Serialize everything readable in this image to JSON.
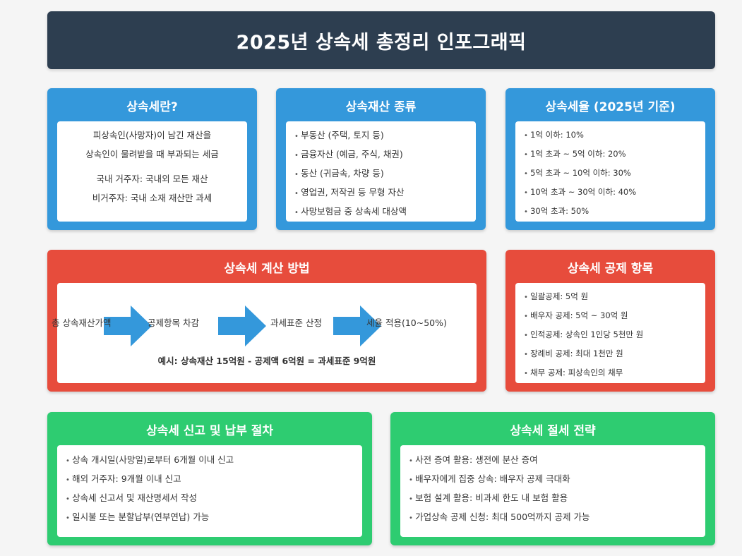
{
  "title": "2025년 상속세 총정리 인포그래픽",
  "what": {
    "title": "상속세란?",
    "lines": [
      "피상속인(사망자)이 남긴 재산을",
      "상속인이 물려받을 때 부과되는 세금"
    ],
    "lines2": [
      "국내 거주자: 국내외 모든 재산",
      "비거주자: 국내 소재 재산만 과세"
    ]
  },
  "assets": {
    "title": "상속재산 종류",
    "items": [
      "부동산 (주택, 토지 등)",
      "금융자산 (예금, 주식, 채권)",
      "동산 (귀금속, 차량 등)",
      "영업권, 저작권 등 무형 자산",
      "사망보험금 중 상속세 대상액"
    ]
  },
  "rates": {
    "title": "상속세율 (2025년 기준)",
    "items": [
      "1억 이하: 10%",
      "1억 초과 ~ 5억 이하: 20%",
      "5억 초과 ~ 10억 이하: 30%",
      "10억 초과 ~ 30억 이하: 40%",
      "30억 초과: 50%"
    ]
  },
  "calc": {
    "title": "상속세 계산 방법",
    "steps": [
      "총 상속재산가액",
      "공제항목 차감",
      "과세표준 산정",
      "세율 적용(10~50%)"
    ],
    "example": "예시: 상속재산 15억원 - 공제액 6억원 = 과세표준 9억원"
  },
  "deductions": {
    "title": "상속세 공제 항목",
    "items": [
      "일괄공제: 5억 원",
      "배우자 공제: 5억 ~ 30억 원",
      "인적공제: 상속인 1인당 5천만 원",
      "장례비 공제: 최대 1천만 원",
      "채무 공제: 피상속인의 채무"
    ]
  },
  "filing": {
    "title": "상속세 신고 및 납부 절차",
    "items": [
      "상속 개시일(사망일)로부터 6개월 이내 신고",
      "해외 거주자: 9개월 이내 신고",
      "상속세 신고서 및 재산명세서 작성",
      "일시불 또는 분할납부(연부연납) 가능"
    ]
  },
  "strategy": {
    "title": "상속세 절세 전략",
    "items": [
      "사전 증여 활용: 생전에 분산 증여",
      "배우자에게 집중 상속: 배우자 공제 극대화",
      "보험 설계 활용: 비과세 한도 내 보험 활용",
      "가업상속 공제 신청: 최대 500억까지 공제 가능"
    ]
  },
  "colors": {
    "header": "#2d3e50",
    "blue": "#3498db",
    "red": "#e74c3c",
    "green": "#2ecc71"
  }
}
